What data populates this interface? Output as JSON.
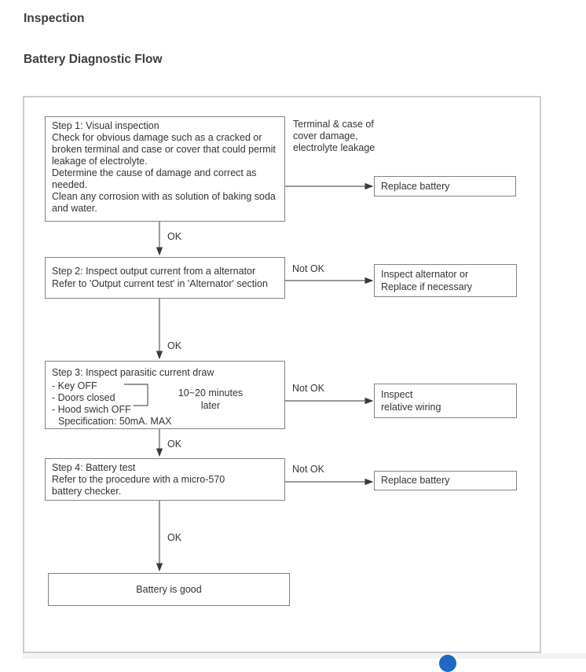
{
  "page": {
    "heading": "Inspection",
    "subheading": "Battery Diagnostic Flow"
  },
  "labels": {
    "ok": "OK",
    "not_ok": "Not OK"
  },
  "boxes": {
    "step1": [
      "Step 1: Visual inspection",
      "Check for obvious damage such as a cracked or",
      "broken terminal and case or cover that could permit",
      "leakage of electrolyte.",
      "Determine the cause of damage and correct as",
      "needed.",
      "Clean any corrosion with as solution of baking soda",
      "and water."
    ],
    "step1_fail_reason": [
      "Terminal & case of",
      "cover damage,",
      "electrolyte leakage"
    ],
    "replace_battery_top": "Replace battery",
    "step2": [
      "Step 2: Inspect output current from a alternator",
      "Refer to 'Output current test' in 'Alternator' section"
    ],
    "inspect_alternator": [
      "Inspect alternator or",
      "Replace if necessary"
    ],
    "step3_title": "Step 3: Inspect parasitic current draw",
    "step3_items": [
      "- Key OFF",
      "- Doors closed",
      "- Hood swich OFF"
    ],
    "step3_spec": "Specification: 50mA. MAX",
    "step3_wait": [
      "10~20 minutes",
      "later"
    ],
    "inspect_wiring": [
      "Inspect",
      "relative wiring"
    ],
    "step4": [
      "Step 4: Battery test",
      "Refer to the procedure with a micro-570",
      "battery checker."
    ],
    "replace_battery_bottom": "Replace battery",
    "battery_good": "Battery is good"
  },
  "colors": {
    "accent_blue": "#2069c0",
    "footer_band": "#f1f3f6",
    "panel_border": "#cbcdd0",
    "box_border": "#828282"
  }
}
